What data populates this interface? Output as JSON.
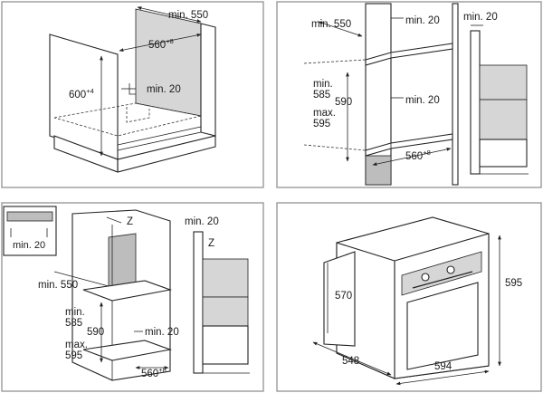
{
  "panels": {
    "top_left": {
      "dim_width": "min. 550",
      "dim_depth": "560",
      "dim_depth_sup": "+8",
      "dim_height": "600",
      "dim_height_sup": "+4",
      "dim_gap": "min. 20"
    },
    "top_right": {
      "dim_depth": "min. 550",
      "dim_top_gap": "min. 20",
      "dim_side_gap": "min. 20",
      "dim_min_height": "min.\n585",
      "dim_min": "min.",
      "dim_min_val": "585",
      "dim_max": "max.",
      "dim_max_val": "595",
      "dim_height": "590",
      "dim_inner_gap": "min. 20",
      "dim_width": "560",
      "dim_width_sup": "+8"
    },
    "bottom_left": {
      "inset_gap": "min. 20",
      "z_label": "Z",
      "side_gap": "min. 20",
      "z_label_side": "Z",
      "dim_depth": "min. 550",
      "dim_min": "min.",
      "dim_min_val": "585",
      "dim_max": "max.",
      "dim_max_val": "595",
      "dim_height": "590",
      "dim_inner_gap": "min. 20",
      "dim_width": "560",
      "dim_width_sup": "+8"
    },
    "bottom_right": {
      "dim_depth": "548",
      "dim_width": "594",
      "dim_height": "595",
      "dim_inner_height": "570"
    }
  }
}
